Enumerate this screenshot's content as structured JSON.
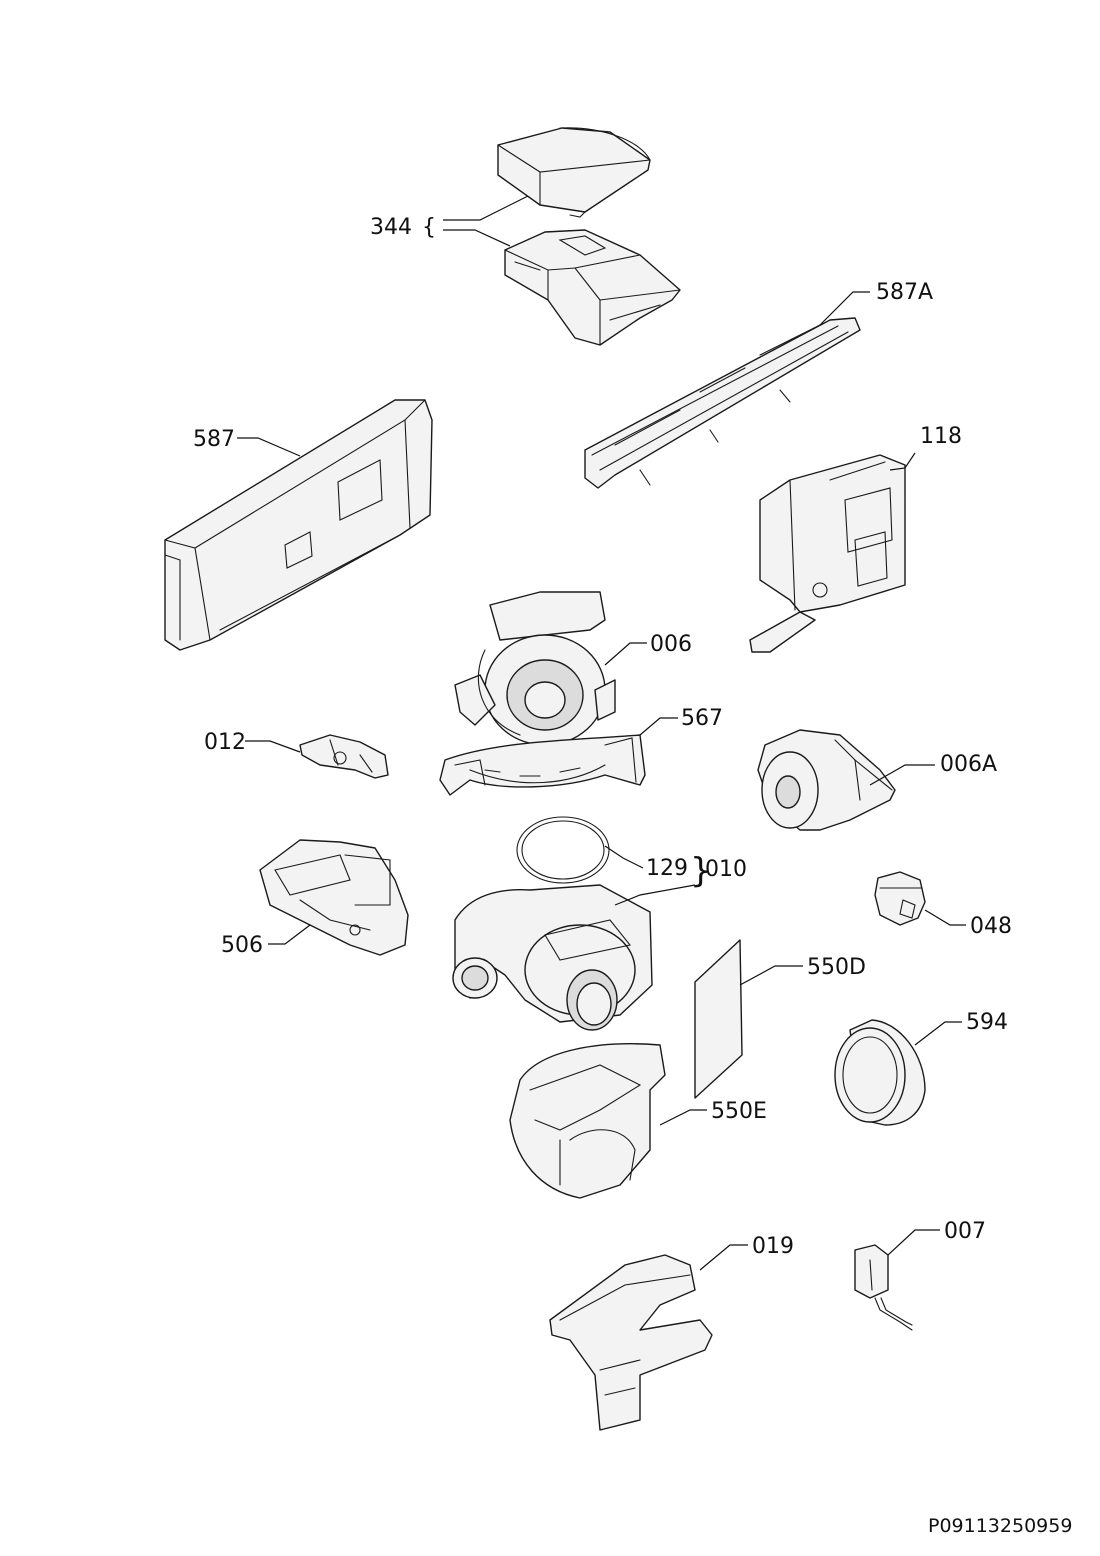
{
  "parts": [
    {
      "id": "344",
      "label": "344"
    },
    {
      "id": "587A",
      "label": "587A"
    },
    {
      "id": "587",
      "label": "587"
    },
    {
      "id": "118",
      "label": "118"
    },
    {
      "id": "006",
      "label": "006"
    },
    {
      "id": "567",
      "label": "567"
    },
    {
      "id": "012",
      "label": "012"
    },
    {
      "id": "006A",
      "label": "006A"
    },
    {
      "id": "129",
      "label": "129"
    },
    {
      "id": "010",
      "label": "010"
    },
    {
      "id": "506",
      "label": "506"
    },
    {
      "id": "048",
      "label": "048"
    },
    {
      "id": "550D",
      "label": "550D"
    },
    {
      "id": "594",
      "label": "594"
    },
    {
      "id": "550E",
      "label": "550E"
    },
    {
      "id": "019",
      "label": "019"
    },
    {
      "id": "007",
      "label": "007"
    }
  ],
  "brace_344": "{",
  "brace_010": "}",
  "document_code": "P09113250959"
}
